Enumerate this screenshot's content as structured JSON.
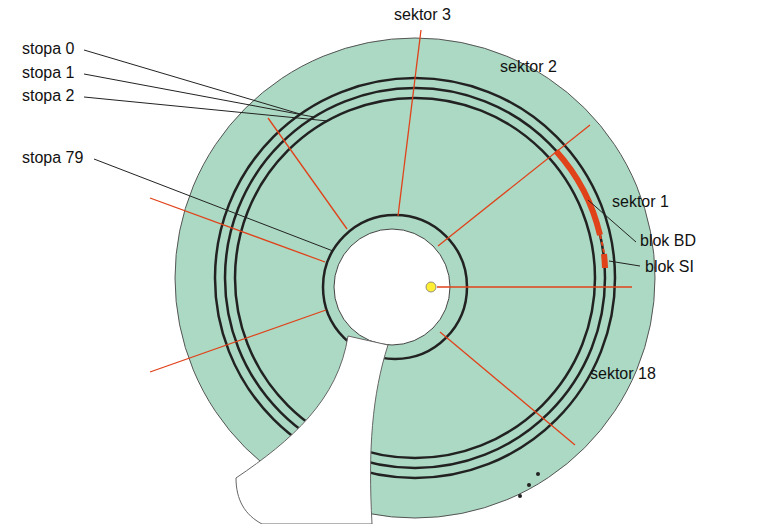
{
  "diagram": {
    "labels": [
      "sektor 3",
      "sektor 2",
      "stopa 0",
      "stopa 1",
      "stopa 2",
      "stopa 79",
      "blok BD",
      "sektor 1",
      "blok SI",
      "sektor 18"
    ]
  }
}
